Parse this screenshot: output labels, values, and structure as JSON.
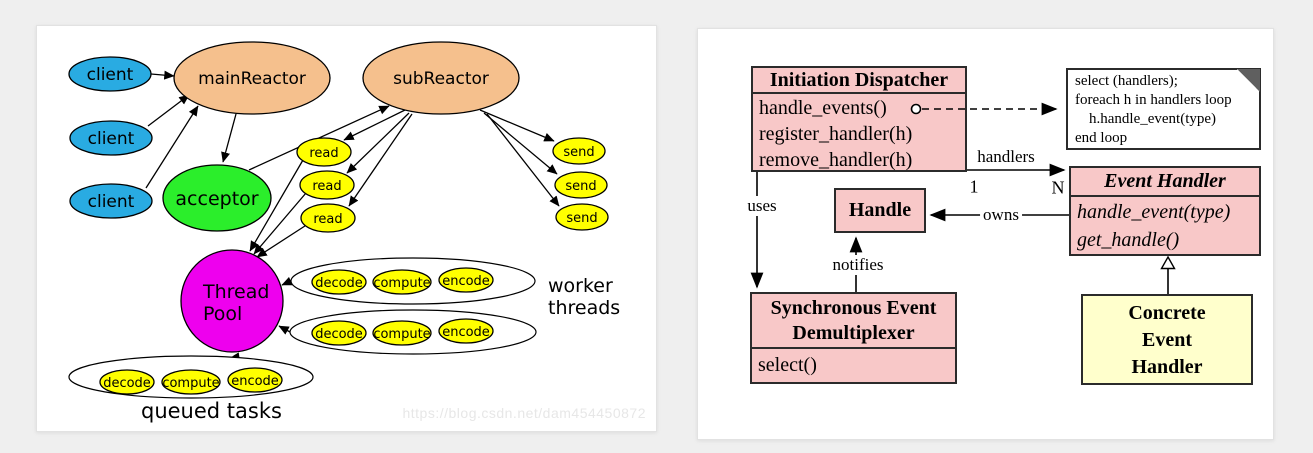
{
  "page": {
    "background": "#efefef",
    "panel_background": "#ffffff"
  },
  "left_figure": {
    "colors": {
      "client": "#29ABE2",
      "reactor": "#F5C08D",
      "acceptor": "#2BEE2B",
      "task": "#FFFF00",
      "pool": "#EE00EE",
      "container": "#FFFFFF"
    },
    "nodes": {
      "client": "client",
      "main_reactor": "mainReactor",
      "sub_reactor": "subReactor",
      "acceptor": "acceptor",
      "read": "read",
      "send": "send",
      "thread_pool": {
        "line1": "Thread",
        "line2": "Pool"
      },
      "decode": "decode",
      "compute": "compute",
      "encode": "encode"
    },
    "labels": {
      "worker_threads": {
        "line1": "worker",
        "line2": "threads"
      },
      "queued_tasks": "queued tasks",
      "watermark": "https://blog.csdn.net/dam454450872"
    }
  },
  "right_figure": {
    "colors": {
      "class_box": "#F8C8C8",
      "concrete_box": "#FFFFCC",
      "note_box": "#FFFFFF"
    },
    "initiation_dispatcher": {
      "title": "Initiation Dispatcher",
      "methods": [
        "handle_events()",
        "register_handler(h)",
        "remove_handler(h)"
      ]
    },
    "note": {
      "lines": [
        "select (handlers);",
        "foreach h in handlers loop",
        "h.handle_event(type)",
        "end loop"
      ]
    },
    "event_handler": {
      "title": "Event Handler",
      "methods": [
        "handle_event(type)",
        "get_handle()"
      ]
    },
    "handle": {
      "title": "Handle"
    },
    "sync_event_demux": {
      "title_line1": "Synchronous Event",
      "title_line2": "Demultiplexer",
      "methods": [
        "select()"
      ]
    },
    "concrete_event_handler": {
      "title_lines": [
        "Concrete",
        "Event",
        "Handler"
      ]
    },
    "edge_labels": {
      "handlers": "handlers",
      "multiplicity_one": "1",
      "multiplicity_n": "N",
      "uses": "uses",
      "owns": "owns",
      "notifies": "notifies"
    }
  }
}
